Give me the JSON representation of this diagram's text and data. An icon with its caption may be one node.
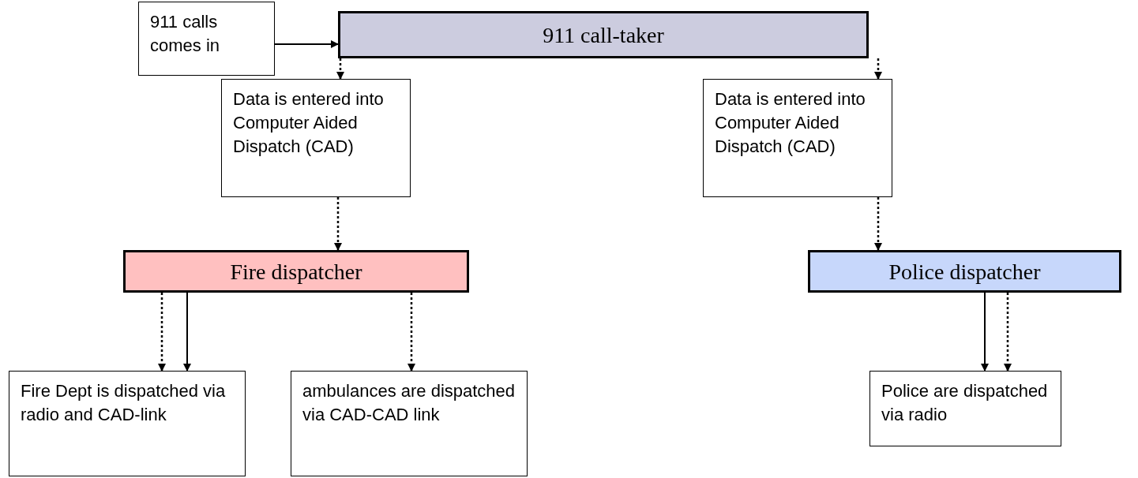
{
  "diagram": {
    "nodes": [
      {
        "text": [
          "911 calls comes in"
        ]
      },
      {
        "text": [
          "911 call-taker"
        ]
      },
      {
        "text": [
          "Data is entered into Computer Aided Dispatch (CAD)"
        ]
      },
      {
        "text": [
          "Data is entered into Computer Aided Dispatch (CAD)"
        ]
      },
      {
        "text": [
          "Fire dispatcher"
        ]
      },
      {
        "text": [
          "Police dispatcher"
        ]
      },
      {
        "text": [
          "Fire Dept is dispatched via radio and CAD-link"
        ]
      },
      {
        "text": [
          "ambulances are dispatched via CAD-CAD link"
        ]
      },
      {
        "text": [
          "Police are dispatched via radio"
        ]
      }
    ],
    "edges": [
      {
        "from": 0,
        "to": 1,
        "arrow": "to"
      },
      {
        "from": 1,
        "to": 2,
        "arrow": "to",
        "style": "dashed"
      },
      {
        "from": 1,
        "to": 3,
        "arrow": "to",
        "style": "dashed"
      },
      {
        "from": 2,
        "to": 4,
        "arrow": "to",
        "style": "dashed"
      },
      {
        "from": 3,
        "to": 5,
        "arrow": "to",
        "style": "dashed"
      },
      {
        "from": 4,
        "to": 6,
        "arrow": "to",
        "style": "dashed"
      },
      {
        "from": 4,
        "to": 6,
        "arrow": "to"
      },
      {
        "from": 4,
        "to": 7,
        "arrow": "to",
        "style": "dashed"
      },
      {
        "from": 5,
        "to": 8,
        "arrow": "to"
      },
      {
        "from": 5,
        "to": 8,
        "arrow": "to",
        "style": "dashed"
      }
    ]
  }
}
